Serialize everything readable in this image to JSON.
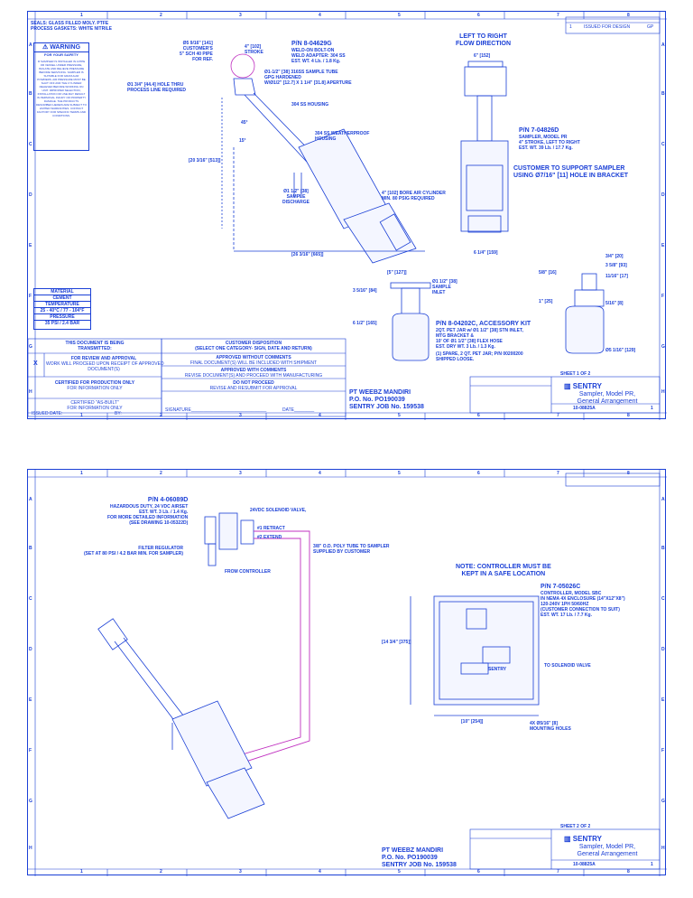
{
  "grid": {
    "cols": [
      "1",
      "2",
      "3",
      "4",
      "5",
      "6",
      "7",
      "8"
    ],
    "rows": [
      "A",
      "B",
      "C",
      "D",
      "E",
      "F",
      "G",
      "H"
    ]
  },
  "sheet1": {
    "seals_note": [
      "SEALS: GLASS FILLED MOLY. PTFE",
      "PROCESS GASKETS: WHITE NITRILE"
    ],
    "warning": {
      "title": "WARNING",
      "sub": "FOR YOUR SAFETY",
      "body": "IF SAMPLER IS INSTALLED IN A PIPE OR VESSEL UNDER PRESSURE, ISOLATE AND RELIEVE PRESSURE BEFORE SERVICING. SAMPLER IS SUITABLE FOR GRANULAR POWDERS. AIR PRESSURE MUST BE SHUT OFF AND THE CYLINDER RELIEVED BEFORE WORKING ON UNIT. IMPROPER SELECTION, INSTALLATION OR USE MAY RESULT IN PERSONAL INJURY OR PROPERTY DAMAGE. THE PRODUCTS DESCRIBED HEREIN ARE SUBJECT TO LIMITED WARRANTIES. CONTACT FACTORY FOR SPECIFIC TERMS AND CONDITIONS."
    },
    "callouts": {
      "pipe": [
        "Ø5 9/16\" [141]",
        "CUSTOMER'S",
        "5\" SCH 40 PIPE",
        "FOR REF."
      ],
      "stroke": [
        "4\" [102]",
        "STROKE"
      ],
      "pn_weld": [
        "P/N 8-04629G",
        "WELD-ON BOLT-ON",
        "WELD ADAPTER: 304 SS",
        "EST. WT. 4 Lb. / 1.8 Kg."
      ],
      "tube": [
        "Ø1-1/2\" [38] 316SS SAMPLE TUBE",
        "GPG HARDENED",
        "W/Ø1/2\" [12.7] X 1 1/4\" [31.8] APERTURE"
      ],
      "hole": [
        "Ø1 3/4\" [44.4] HOLE THRU",
        "PROCESS LINE REQUIRED"
      ],
      "angle45": "45°",
      "angle15": "15°",
      "housing": "304 SS HOUSING",
      "weatherproof": [
        "304 SS WEATHERPROOF",
        "HOUSING"
      ],
      "height": "[20 3/16\" [513]]",
      "discharge": [
        "Ø1 1/2\" [38]",
        "SAMPLE",
        "DISCHARGE"
      ],
      "cylinder": [
        "4\" [102] BORE AIR CYLINDER",
        "MIN. 80 PSIG REQUIRED"
      ],
      "width": "[26 3/16\" [665]]",
      "flow": [
        "LEFT TO RIGHT",
        "FLOW DIRECTION"
      ],
      "top6": "6\" [152]",
      "pn_sampler": [
        "P/N 7-04826D",
        "SAMPLER, MODEL PR",
        "4\" STROKE, LEFT TO RIGHT",
        "EST. WT. 39 Lb. / 17.7 Kg."
      ],
      "support": [
        "CUSTOMER TO SUPPORT SAMPLER",
        "USING Ø7/16\" [11] HOLE IN BRACKET"
      ],
      "w6": "6 1/4\" [159]",
      "jar5": "[5\" [127]]",
      "inlet": [
        "Ø1 1/2\" [38]",
        "SAMPLE",
        "INLET"
      ],
      "h315": "3 5/16\" [84]",
      "h612": "6 1/2\" [165]",
      "pn_kit": [
        "P/N 8-04202C, ACCESSORY KIT",
        "2QT. PET JAR w/ Ø1 1/2\" [38] STN INLET,",
        "MTG BRACKET &",
        "10' OF Ø1 1/2\" [38] FLEX HOSE",
        "EST. DRY WT. 3 Lb. / 1.3 Kg."
      ],
      "spare": [
        "(1) SPARE, 2 QT. PET JAR; P/N 00200200",
        "SHIPPED LOOSE."
      ],
      "d34": "3/4\" [20]",
      "d358": "3 5/8\" [93]",
      "d1116": "11/16\" [17]",
      "d58": "5/8\" [16]",
      "d1": "1\" [25]",
      "d516": "5/16\" [8]",
      "d5116": "Ø5 1/16\" [129]"
    },
    "material": {
      "title": "MATERIAL",
      "rows": [
        "CEMENT",
        "TEMPERATURE",
        "25 - 40°C / 77 - 104°F",
        "PRESSURE",
        "35 PSI / 2.4 BAR"
      ]
    },
    "transmit": {
      "head": [
        "THIS DOCUMENT IS BEING",
        "TRANSMITTED:"
      ],
      "review": [
        "FOR REVIEW AND APPROVAL",
        "WORK WILL PROCEED UPON RECEIPT OF APPROVED",
        "DOCUMENT(S)"
      ],
      "mark": "X",
      "certified": [
        "CERTIFIED FOR PRODUCTION ONLY",
        "FOR INFORMATION ONLY"
      ],
      "asbuilt": [
        "CERTIFIED \"AS-BUILT\"",
        "FOR INFORMATION ONLY"
      ],
      "issued": "ISSUED DATE:",
      "by": "BY:"
    },
    "disposition": {
      "head": [
        "CUSTOMER DISPOSITION",
        "(SELECT ONE CATEGORY- SIGN, DATE AND RETURN)"
      ],
      "opt1": [
        "APPROVED WITHOUT COMMENTS",
        "FINAL DOCUMENT(S) WILL BE INCLUDED WITH SHIPMENT"
      ],
      "opt2": [
        "APPROVED WITH COMMENTS",
        "REVISE DOCUMENT(S) AND PROCEED WITH MANUFACTURING"
      ],
      "opt3": [
        "DO NOT PROCEED",
        "REVISE AND RESUBMIT FOR APPROVAL"
      ],
      "signature": "SIGNATURE",
      "date": "DATE"
    },
    "customer": [
      "PT WEEBZ MANDIRI",
      "P.O. No. PO190039",
      "SENTRY JOB No. 159538"
    ],
    "sheet_no": "SHEET 1 OF 2",
    "title": {
      "brand": "SENTRY",
      "line1": "Sampler, Model PR,",
      "line2": "General Arrangement",
      "dwg": "10-08825A",
      "rev": "1",
      "rev_desc": "ISSUED FOR DESIGN",
      "rev_no": "1",
      "rev_by": "GP"
    }
  },
  "sheet2": {
    "callouts": {
      "pn_valve": [
        "P/N 4-06089D",
        "HAZARDOUS DUTY, 24 VDC AIRSET",
        "EST. WT. 3 Lb. / 1.4 Kg.",
        "FOR MORE DETAILED INFORMATION",
        "(SEE DRAWING 10-05322D)"
      ],
      "solenoid": "24VDC SOLENOID VALVE,",
      "filter": [
        "FILTER REGULATOR",
        "(SET AT 80 PSI / 4.2 BAR MIN. FOR SAMPLER)"
      ],
      "retract": "#1 RETRACT",
      "extend": "#2 EXTEND",
      "from_controller": "FROM CONTROLLER",
      "poly": [
        "3/8\" O.D. POLY TUBE TO SAMPLER",
        "SUPPLIED BY CUSTOMER"
      ],
      "note": [
        "NOTE: CONTROLLER MUST BE",
        "KEPT IN A SAFE LOCATION"
      ],
      "pn_ctrl": [
        "P/N 7-05026C",
        "CONTROLLER, MODEL SBC",
        "IN NEMA 4X ENCLOSURE (14\"X12\"X8\")",
        "120-240V 1PH 50/60HZ",
        "(CUSTOMER CONNECTION TO SUIT)",
        "EST. WT. 17 Lb. / 7.7 Kg."
      ],
      "h14": "[14 3/4\" [375]]",
      "to_valve": "TO SOLENOID VALVE",
      "w10": "[10\" [254]]",
      "holes": [
        "4X Ø5/16\" [8]",
        "MOUNTING HOLES"
      ],
      "ctrl_label": "SENTRY"
    },
    "customer": [
      "PT WEEBZ MANDIRI",
      "P.O. No. PO190039",
      "SENTRY JOB No. 159538"
    ],
    "sheet_no": "SHEET 2 OF 2",
    "title": {
      "brand": "SENTRY",
      "line1": "Sampler, Model PR,",
      "line2": "General Arrangement",
      "dwg": "10-08825A",
      "rev": "1"
    }
  }
}
